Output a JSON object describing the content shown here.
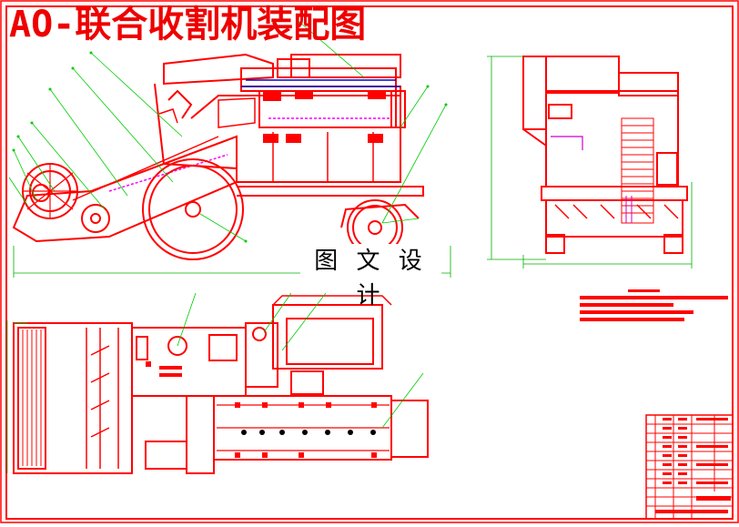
{
  "drawing": {
    "title": "AO-联合收割机装配图",
    "watermark": "图 文 设 计",
    "colors": {
      "outline": "#ff0000",
      "leader": "#00cc00",
      "dimension": "#00b000",
      "accent": "#cc00cc",
      "background": "#ffffff"
    },
    "views": [
      "front-view",
      "side-view",
      "top-view"
    ],
    "has_technical_requirements": true,
    "has_title_block": true
  }
}
